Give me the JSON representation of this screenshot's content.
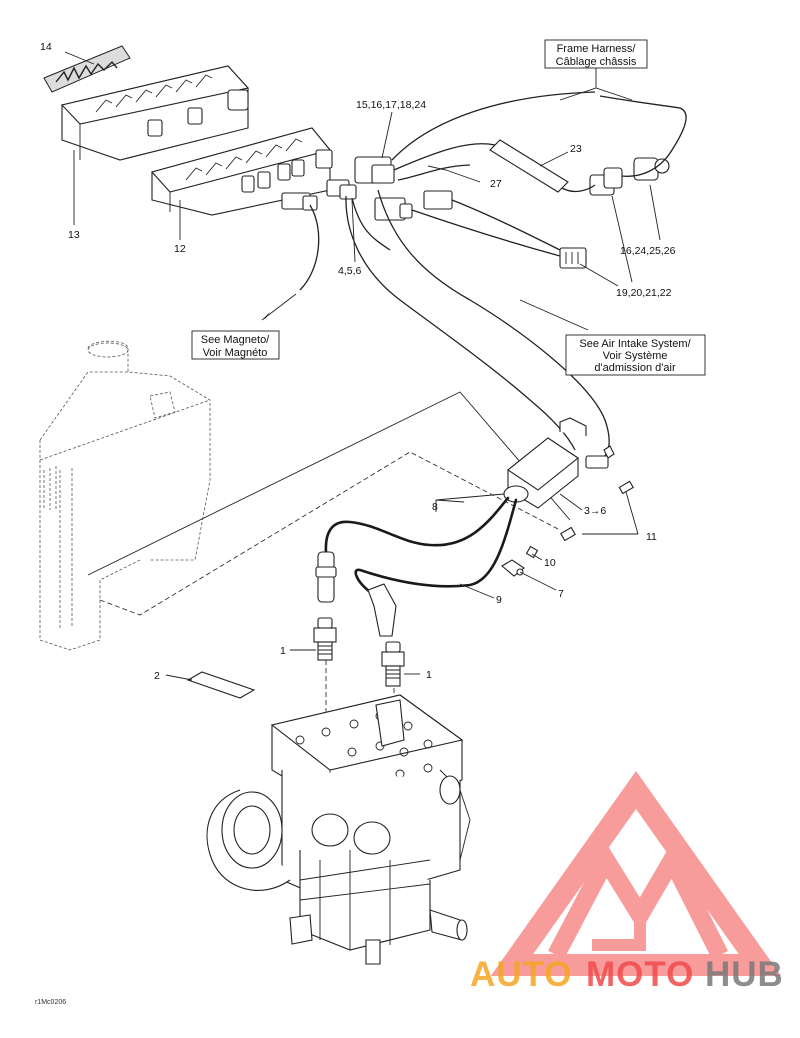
{
  "callouts": [
    {
      "id": "c14",
      "text": "14"
    },
    {
      "id": "c13",
      "text": "13"
    },
    {
      "id": "c12",
      "text": "12"
    },
    {
      "id": "c15",
      "text": "15,16,17,18,24"
    },
    {
      "id": "c23",
      "text": "23"
    },
    {
      "id": "c27",
      "text": "27"
    },
    {
      "id": "c456",
      "text": "4,5,6"
    },
    {
      "id": "c16",
      "text": "16,24,25,26"
    },
    {
      "id": "c19",
      "text": "19,20,21,22"
    },
    {
      "id": "c8",
      "text": "8"
    },
    {
      "id": "c36",
      "text": "3→6"
    },
    {
      "id": "c11",
      "text": "11"
    },
    {
      "id": "c10",
      "text": "10"
    },
    {
      "id": "c7",
      "text": "7"
    },
    {
      "id": "c9",
      "text": "9"
    },
    {
      "id": "c1a",
      "text": "1"
    },
    {
      "id": "c1b",
      "text": "1"
    },
    {
      "id": "c2",
      "text": "2"
    }
  ],
  "references": {
    "frame_harness": [
      "Frame Harness/",
      "Câblage châssis"
    ],
    "magneto": [
      "See Magneto/",
      "Voir Magnéto"
    ],
    "air_intake": [
      "See Air Intake System/",
      "Voir Système",
      "d'admission d'air"
    ]
  },
  "figure_code": "r1Mc0206",
  "watermark": {
    "text_auto": "AUTO",
    "text_moto": "MOTO",
    "text_hub": "HUB",
    "color_red": "#f24b4b",
    "color_orange": "#f5a623",
    "color_gray": "#7a7a7a"
  }
}
